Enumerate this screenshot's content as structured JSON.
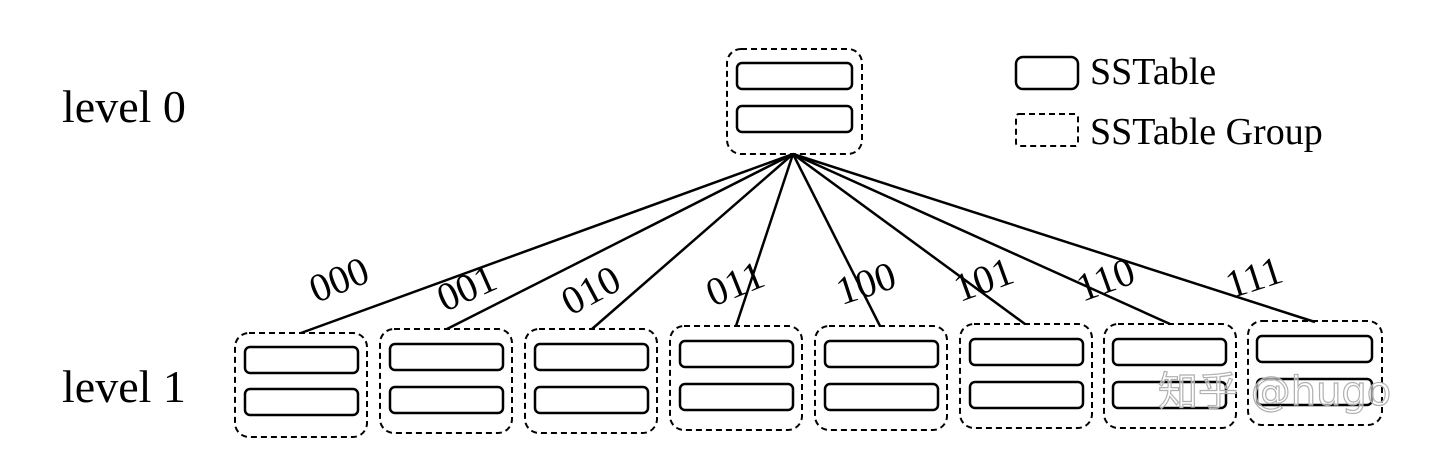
{
  "levels": [
    "level 0",
    "level 1"
  ],
  "legend": {
    "sstable": "SSTable",
    "group": "SSTable Group"
  },
  "edge_labels": [
    "000",
    "001",
    "010",
    "011",
    "100",
    "101",
    "110",
    "111"
  ],
  "watermark": "知乎 @hugo",
  "colors": {
    "stroke": "#000000",
    "watermark": "#c8c8c8"
  }
}
